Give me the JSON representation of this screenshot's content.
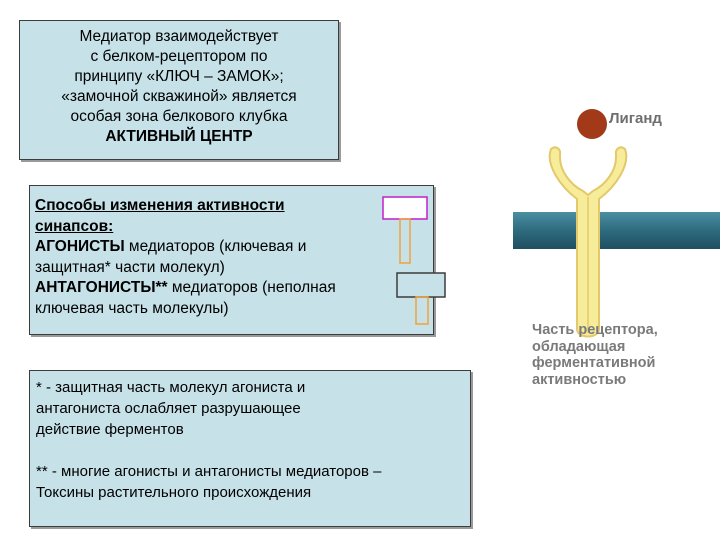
{
  "mediator_box": {
    "lines": [
      "Медиатор взаимодействует",
      "с белком-рецептором по",
      "принципу «КЛЮЧ – ЗАМОК»;",
      "«замочной скважиной» является",
      "особая зона белкового клубка",
      "АКТИВНЫЙ ЦЕНТР"
    ]
  },
  "methods_box": {
    "heading_1": "Способы изменения активности",
    "heading_2": "синапсов:",
    "agonists_bold": "АГОНИСТЫ",
    "agonists_rest": " медиаторов (ключевая и",
    "agonists_line2": "защитная* части молекул)",
    "antagonists_bold": "АНТАГОНИСТЫ**",
    "antagonists_rest": " медиаторов (неполная",
    "antagonists_line2": "ключевая часть молекулы)"
  },
  "notes_box": {
    "note1_lines": [
      "* -  защитная часть молекул агониста и",
      "антагониста ослабляет разрушающее",
      "действие ферментов"
    ],
    "note2_lines": [
      "** - многие агонисты и антагонисты медиаторов –",
      "Токсины растительного происхождения"
    ]
  },
  "receptor_diagram": {
    "ligand_label": "Лиганд",
    "caption_lines": [
      "Часть рецептора,",
      "обладающая",
      "ферментативной",
      "активностью"
    ]
  },
  "colors": {
    "box_fill": "#c6e2e8",
    "membrane": "#2e6b7e",
    "receptor": "#f7ec9a",
    "ligand": "#a23a1a",
    "key_outline": "#f0a23c",
    "agonist_cap": "#c020c8"
  }
}
